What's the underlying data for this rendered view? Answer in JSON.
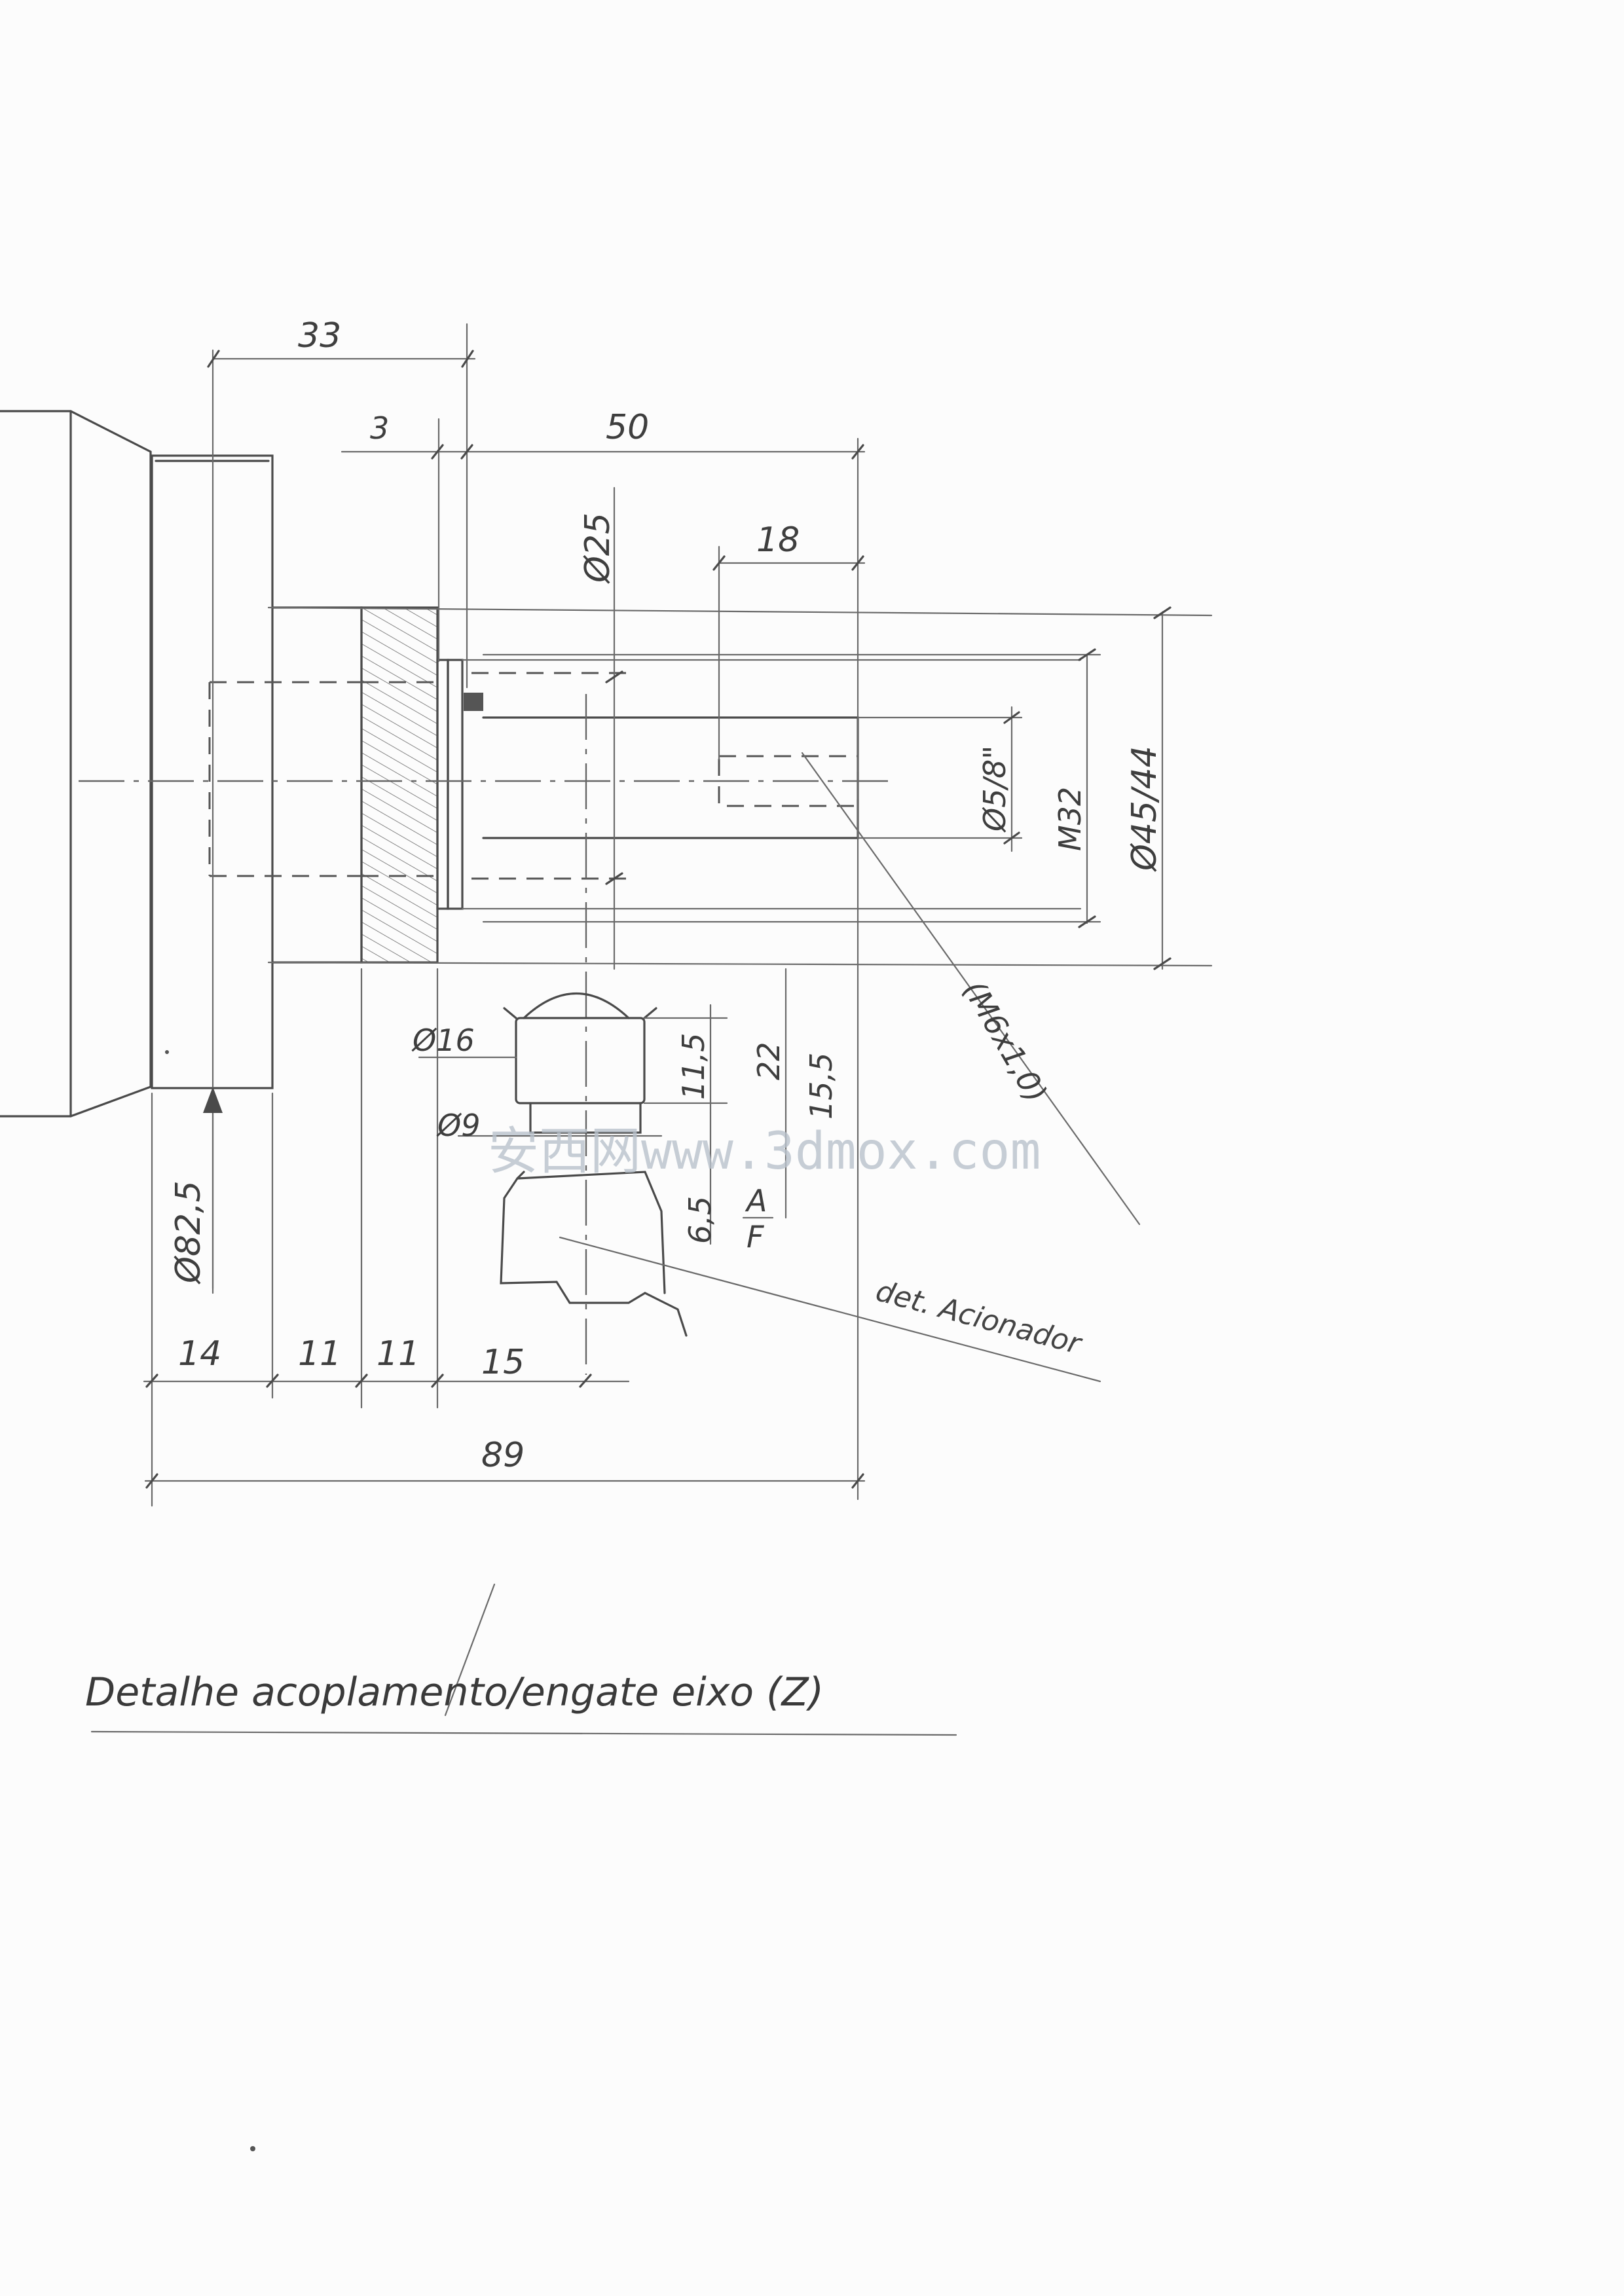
{
  "drawing": {
    "title": "Detalhe acoplamento/engate eixo (Z)",
    "note": "det. Acionador",
    "watermark": "安西网www.3dmox.com",
    "dimensions": {
      "d33": "33",
      "d3": "3",
      "d50": "50",
      "d18": "18",
      "d89": "89",
      "d14": "14",
      "d11a": "11",
      "d11b": "11",
      "d15": "15",
      "dia25": "Ø25",
      "dia5_8": "Ø5/8\"",
      "m32": "M32",
      "dia45_44": "Ø45/44",
      "m6": "(M6x1,0)",
      "dia16": "Ø16",
      "dia9": "Ø9",
      "dia82_5": "Ø82,5",
      "d11_5": "11,5",
      "d22": "22",
      "d15_5": "15,5",
      "d6_5": "6,5",
      "af_top": "A",
      "af_bottom": "F"
    }
  }
}
